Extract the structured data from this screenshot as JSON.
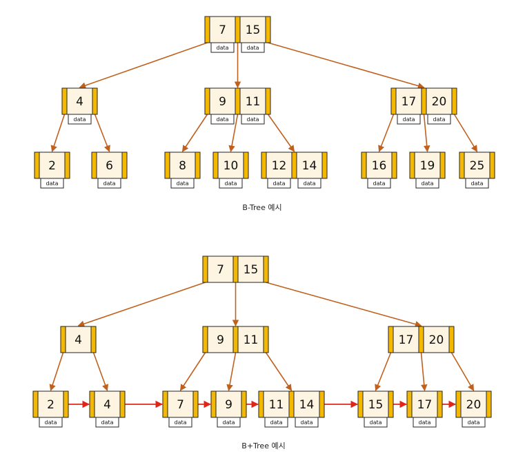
{
  "colors": {
    "cell_fill": "#fdf5e2",
    "bar_fill": "#f5b800",
    "border": "#222222",
    "edge": "#c0601e",
    "leaf_link": "#e0261b"
  },
  "btree": {
    "caption": "B-Tree 예시",
    "data_label": "data",
    "nodes": [
      {
        "id": "b-root",
        "keys": [
          "7",
          "15"
        ]
      },
      {
        "id": "b-l1-0",
        "keys": [
          "4"
        ]
      },
      {
        "id": "b-l1-1",
        "keys": [
          "9",
          "11"
        ]
      },
      {
        "id": "b-l1-2",
        "keys": [
          "17",
          "20"
        ]
      },
      {
        "id": "b-l2-0",
        "keys": [
          "2"
        ]
      },
      {
        "id": "b-l2-1",
        "keys": [
          "6"
        ]
      },
      {
        "id": "b-l2-2",
        "keys": [
          "8"
        ]
      },
      {
        "id": "b-l2-3",
        "keys": [
          "10"
        ]
      },
      {
        "id": "b-l2-4",
        "keys": [
          "12",
          "14"
        ]
      },
      {
        "id": "b-l2-5",
        "keys": [
          "16"
        ]
      },
      {
        "id": "b-l2-6",
        "keys": [
          "19"
        ]
      },
      {
        "id": "b-l2-7",
        "keys": [
          "25"
        ]
      }
    ]
  },
  "bplustree": {
    "caption": "B+Tree 예시",
    "data_label": "data",
    "nodes": [
      {
        "id": "p-root",
        "keys": [
          "7",
          "15"
        ]
      },
      {
        "id": "p-l1-0",
        "keys": [
          "4"
        ]
      },
      {
        "id": "p-l1-1",
        "keys": [
          "9",
          "11"
        ]
      },
      {
        "id": "p-l1-2",
        "keys": [
          "17",
          "20"
        ]
      },
      {
        "id": "p-leaf-0",
        "keys": [
          "2"
        ]
      },
      {
        "id": "p-leaf-1",
        "keys": [
          "4"
        ]
      },
      {
        "id": "p-leaf-2",
        "keys": [
          "7"
        ]
      },
      {
        "id": "p-leaf-3",
        "keys": [
          "9"
        ]
      },
      {
        "id": "p-leaf-4",
        "keys": [
          "11",
          "14"
        ]
      },
      {
        "id": "p-leaf-5",
        "keys": [
          "15"
        ]
      },
      {
        "id": "p-leaf-6",
        "keys": [
          "17"
        ]
      },
      {
        "id": "p-leaf-7",
        "keys": [
          "20"
        ]
      }
    ]
  }
}
